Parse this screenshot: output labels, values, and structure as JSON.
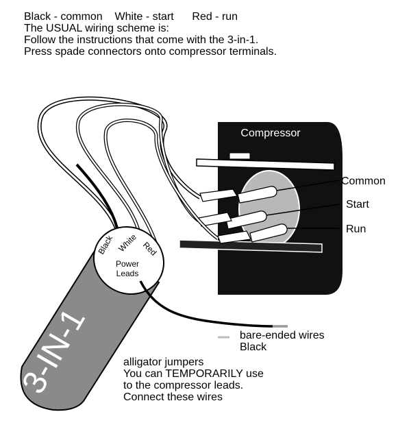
{
  "header": {
    "legend": "Black - common    White - start      Red - run",
    "line2": "The USUAL wiring scheme is:",
    "line3": "Follow the instructions that come with the 3-in-1.",
    "line4": "Press spade connectors onto compressor terminals."
  },
  "compressor": {
    "title": "Compressor",
    "terminals": [
      "Common",
      "Start",
      "Run"
    ]
  },
  "device": {
    "name": "3-IN-1",
    "power_label_1": "Power",
    "power_label_2": "Leads",
    "wire_labels": [
      "Black",
      "White",
      "Red"
    ]
  },
  "jumpers": {
    "bare_label": "bare-ended wires",
    "black_label": "Black",
    "note": [
      "alligator jumpers",
      "You can TEMPORARILY use",
      "to the compressor leads.",
      "Connect these wires"
    ]
  },
  "colors": {
    "device_fill": "#8a8a8a",
    "terminal_disc": "#b8b8b8",
    "compressor_body": "#111111"
  }
}
